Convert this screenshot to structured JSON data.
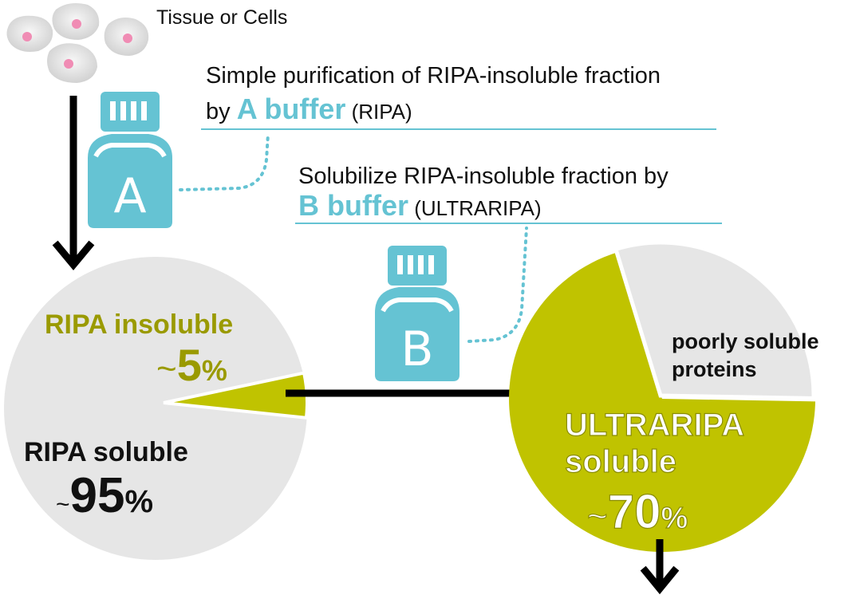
{
  "source": {
    "label": "Tissue or Cells"
  },
  "buffer_a": {
    "letter": "A",
    "line1": "Simple purification of RIPA-insoluble fraction",
    "by": "by ",
    "name": "A buffer",
    "paren": " (RIPA)"
  },
  "buffer_b": {
    "letter": "B",
    "line1": "Solubilize RIPA-insoluble fraction by",
    "name": "B buffer",
    "paren": " (ULTRARIPA)"
  },
  "left_pie": {
    "insoluble_label": "RIPA insoluble",
    "insoluble_tilde": "~",
    "insoluble_value": "5",
    "insoluble_unit": "%",
    "insoluble_fraction": 0.05,
    "soluble_label": "RIPA soluble",
    "soluble_tilde": "~",
    "soluble_value": "95",
    "soluble_unit": "%"
  },
  "right_pie": {
    "poor_line1": "poorly soluble",
    "poor_line2": "proteins",
    "poor_fraction": 0.3,
    "soluble_line1": "ULTRARIPA",
    "soluble_line2": "soluble",
    "soluble_tilde": "~",
    "soluble_value": "70",
    "soluble_unit": "%",
    "soluble_fraction": 0.7
  },
  "colors": {
    "accent_teal": "#65C3D3",
    "olive": "#C0C300",
    "olive_text": "#9A9A00",
    "pie_gray": "#E6E6E6",
    "cell_pink": "#F08CB4"
  }
}
